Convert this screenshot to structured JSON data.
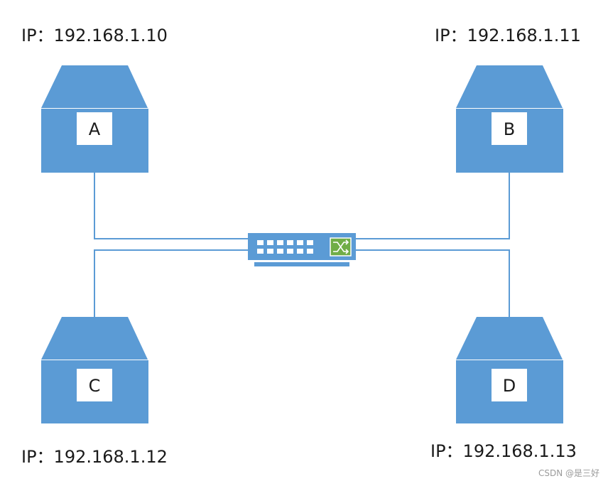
{
  "hosts": [
    {
      "letter": "A",
      "ip": "IP：192.168.1.10"
    },
    {
      "letter": "B",
      "ip": "IP：192.168.1.11"
    },
    {
      "letter": "C",
      "ip": "IP：192.168.1.12"
    },
    {
      "letter": "D",
      "ip": "IP：192.168.1.13"
    }
  ],
  "watermark": "CSDN @是三好",
  "colors": {
    "host_fill": "#5b9bd5",
    "line": "#5b9bd5",
    "switch_fill": "#5b9bd5",
    "switch_accent": "#70ad47"
  }
}
